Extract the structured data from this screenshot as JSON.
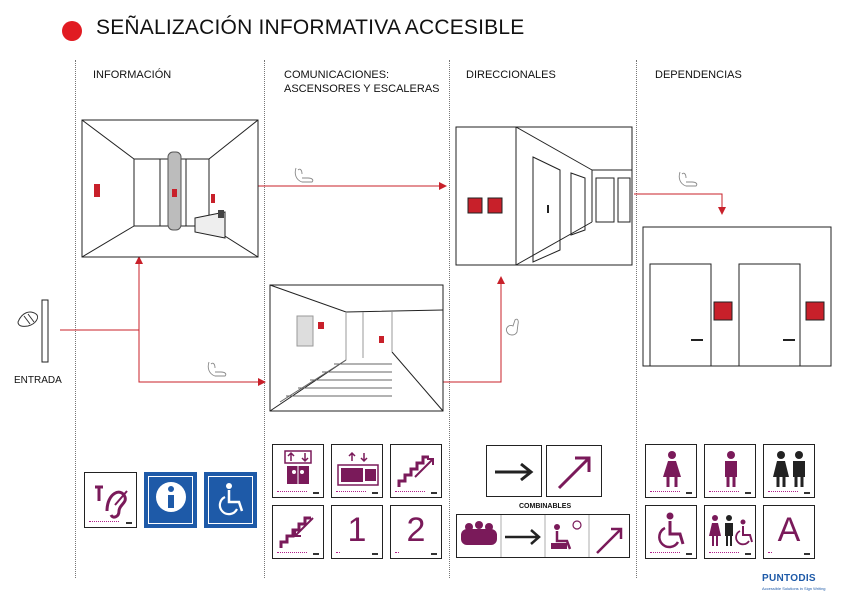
{
  "title": "SEÑALIZACIÓN INFORMATIVA ACCESIBLE",
  "colors": {
    "accent_red": "#e11b22",
    "door_red": "#c8202a",
    "sign_magenta": "#7a1a5a",
    "sign_blue": "#1e5aa8",
    "line_red": "#c8202a"
  },
  "columns": [
    {
      "label_lines": [
        "INFORMACIÓN"
      ]
    },
    {
      "label_lines": [
        "COMUNICACIONES:",
        "ASCENSORES Y ESCALERAS"
      ]
    },
    {
      "label_lines": [
        "DIRECCIONALES"
      ]
    },
    {
      "label_lines": [
        "DEPENDENCIAS"
      ]
    }
  ],
  "entrada_label": "ENTRADA",
  "combinables_label": "COMBINABLES",
  "signs": {
    "comunicaciones_numbers": [
      "1",
      "2"
    ],
    "dependencias_letter": "A"
  },
  "icons": {
    "info": [
      "deaf-assist-icon",
      "information-icon",
      "wheelchair-icon"
    ],
    "comunicaciones": [
      "elevator-icon",
      "elevator-accessible-icon",
      "stairs-up-icon",
      "stairs-down-icon"
    ],
    "direccionales": [
      "arrow-right-icon",
      "arrow-up-right-icon",
      "group-icon",
      "wheelchair-arrow-icon"
    ],
    "dependencias": [
      "woman-icon",
      "man-icon",
      "woman-man-icon",
      "wheelchair-icon",
      "family-wheelchair-icon"
    ]
  },
  "logo": {
    "name": "PUNTODIS",
    "tagline": "Accessible Solutions in Sign Writing"
  }
}
